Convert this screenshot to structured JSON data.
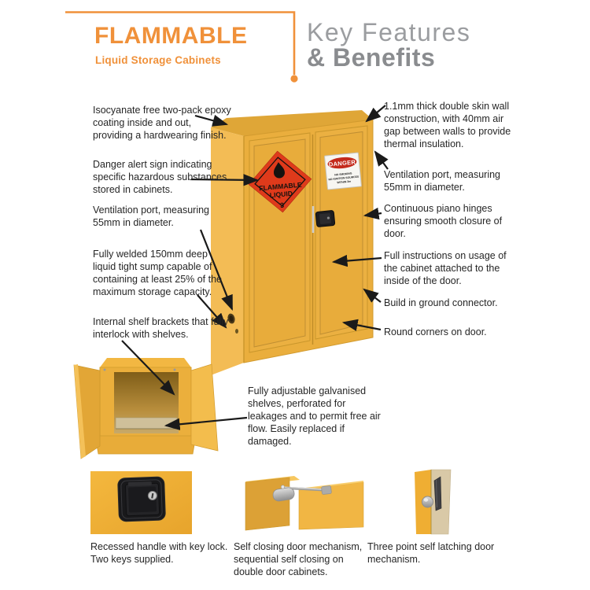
{
  "header": {
    "brand_title": "FLAMMABLE",
    "brand_subtitle": "Liquid Storage Cabinets",
    "heading_line1": "Key Features",
    "heading_line2": "& Benefits"
  },
  "colors": {
    "accent_orange": "#F0913A",
    "heading_gray": "#9B9DA0",
    "cabinet_yellow": "#EAAE3D",
    "diamond_sign_red": "#DF3A1B",
    "danger_sign_red": "#C42A1C",
    "text_dark": "#262626"
  },
  "cabinet_signs": {
    "flammable_line1": "FLAMMABLE",
    "flammable_line2": "LIQUID",
    "flammable_class": "3",
    "danger_title": "DANGER",
    "danger_line1": "NO SMOKING",
    "danger_line2": "NO IGNITION SOURCES",
    "danger_line3": "WITHIN 3m"
  },
  "callouts": {
    "left": [
      {
        "text": "Isocyanate free two-pack epoxy\ncoating inside and out,\nproviding a hardwearing finish."
      },
      {
        "text": "Danger alert sign indicating\nspecific hazardous substances\nstored in cabinets."
      },
      {
        "text": "Ventilation port, measuring\n55mm in diameter."
      },
      {
        "text": "Fully welded 150mm deep\nliquid tight sump capable of\ncontaining at least 25% of the\nmaximum storage capacity."
      },
      {
        "text": "Internal shelf brackets that fully\ninterlock with shelves."
      }
    ],
    "right": [
      {
        "text": "1.1mm thick double skin wall\nconstruction, with 40mm air\ngap between walls to provide\nthermal insulation."
      },
      {
        "text": "Ventilation port, measuring\n55mm in diameter."
      },
      {
        "text": "Continuous piano hinges\nensuring smooth closure of\ndoor."
      },
      {
        "text": "Full instructions on usage of\nthe cabinet attached to the\ninside of the door."
      },
      {
        "text": "Build in ground connector."
      },
      {
        "text": "Round corners on door."
      }
    ],
    "middle": {
      "text": "Fully adjustable galvanised\nshelves, perforated for\nleakages and to permit free air\nflow.  Easily replaced if\ndamaged."
    }
  },
  "bottom_captions": [
    {
      "text": "Recessed handle with key lock.\nTwo keys supplied."
    },
    {
      "text": "Self closing door mechanism,\nsequential self closing on\ndouble door cabinets."
    },
    {
      "text": "Three point self latching door\nmechanism."
    }
  ]
}
